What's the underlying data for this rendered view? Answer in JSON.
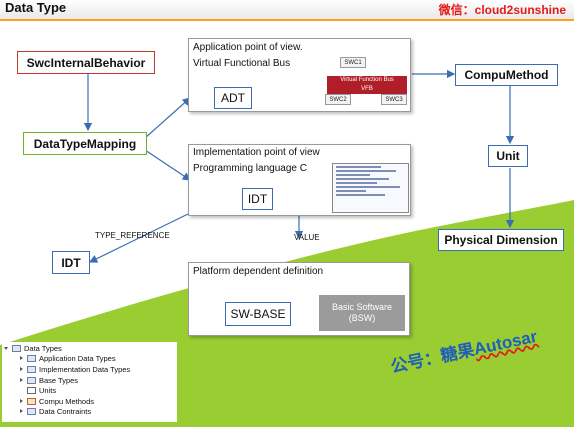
{
  "title": "Data Type",
  "watermark_top": "微信：cloud2sunshine",
  "watermark_bottom": {
    "prefix": "公号：糖果",
    "brand": "Autosar"
  },
  "nodes": {
    "swc_internal_behavior": "SwcInternalBehavior",
    "data_type_mapping": "DataTypeMapping",
    "compu_method": "CompuMethod",
    "unit": "Unit",
    "physical_dimension": "Physical Dimension",
    "idt_left": "IDT"
  },
  "panels": {
    "application": {
      "line1": "Application point of view.",
      "line2": "Virtual Functional Bus",
      "label": "ADT",
      "vfb": {
        "swc1": "SWC1",
        "swc2": "SWC2",
        "swc3": "SWC3",
        "bus": "Virtual Function Bus",
        "vfb": "VFB"
      }
    },
    "implementation": {
      "line1": "Implementation point of view",
      "line2": "Programming language C",
      "label": "IDT"
    },
    "platform": {
      "line1": "Platform dependent definition",
      "label": "SW-BASE",
      "bsw_line1": "Basic Software",
      "bsw_line2": "(BSW)"
    }
  },
  "edge_labels": {
    "type_reference": "TYPE_REFERENCE",
    "value": "VALUE"
  },
  "tree": {
    "root": "Data Types",
    "items": [
      "Application Data Types",
      "Implementation Data Types",
      "Base Types",
      "Units",
      "Compu Methods",
      "Data Contraints"
    ]
  },
  "colors": {
    "green_bg": "#9acd32",
    "title_accent": "#ff9f1a",
    "watermark_red": "#e31b1b",
    "arrow_blue": "#3a6db3",
    "bus_red": "#b01e2a"
  }
}
